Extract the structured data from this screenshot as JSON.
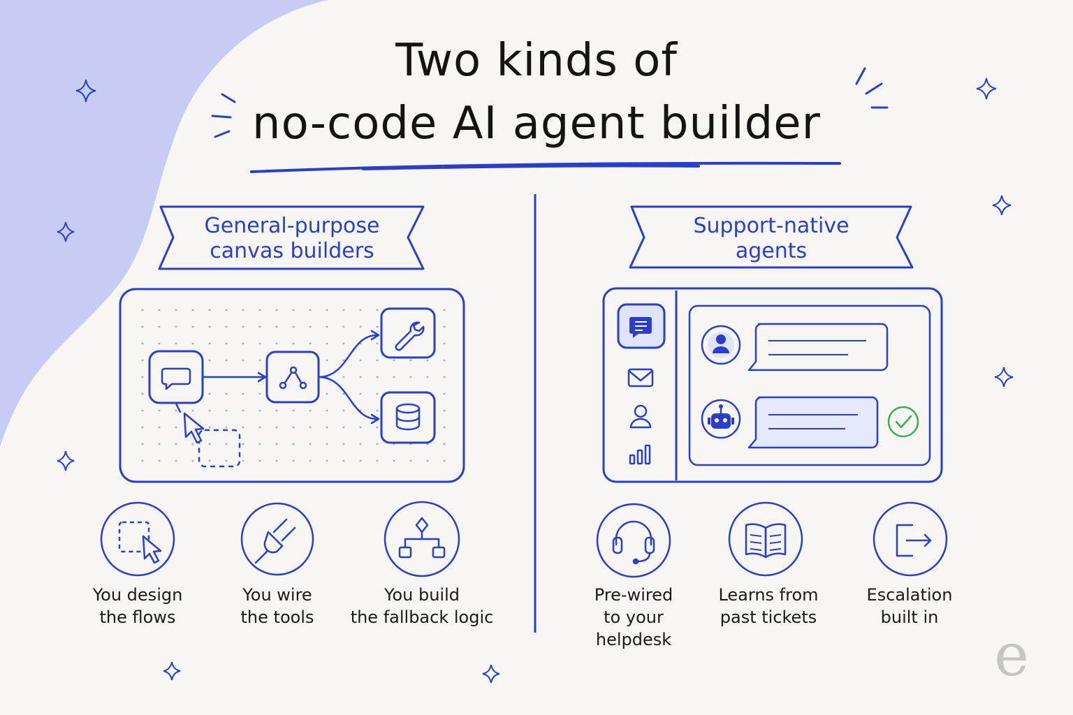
{
  "title": {
    "line1": "Two kinds of",
    "line2": "no-code AI agent builder"
  },
  "left": {
    "ribbon": {
      "line1": "General-purpose",
      "line2": "canvas builders"
    },
    "canvas_icons": [
      "chat-bubble-icon",
      "branch-icon",
      "wrench-icon",
      "database-icon",
      "cursor-icon"
    ],
    "features": [
      {
        "icon": "select-area-icon",
        "line1": "You design",
        "line2": "the flows"
      },
      {
        "icon": "plug-icon",
        "line1": "You wire",
        "line2": "the tools"
      },
      {
        "icon": "flowchart-icon",
        "line1": "You build",
        "line2": "the fallback logic"
      }
    ]
  },
  "right": {
    "ribbon": {
      "line1": "Support-native",
      "line2": "agents"
    },
    "sidebar_icons": [
      "chat-icon",
      "mail-icon",
      "user-icon",
      "bar-chart-icon"
    ],
    "chat_icons": [
      "person-avatar-icon",
      "bot-avatar-icon",
      "check-circle-icon"
    ],
    "features": [
      {
        "icon": "headset-icon",
        "line1": "Pre-wired",
        "line2": "to your",
        "line3": "helpdesk"
      },
      {
        "icon": "book-icon",
        "line1": "Learns from",
        "line2": "past tickets"
      },
      {
        "icon": "exit-icon",
        "line1": "Escalation",
        "line2": "built in"
      }
    ]
  },
  "colors": {
    "accent": "#2a3fc9",
    "background": "#f7f6f2",
    "blob": "#c7ccf5",
    "check": "#3aae5a",
    "logo": "#c4c4c4"
  },
  "logo": {
    "text": "e"
  }
}
